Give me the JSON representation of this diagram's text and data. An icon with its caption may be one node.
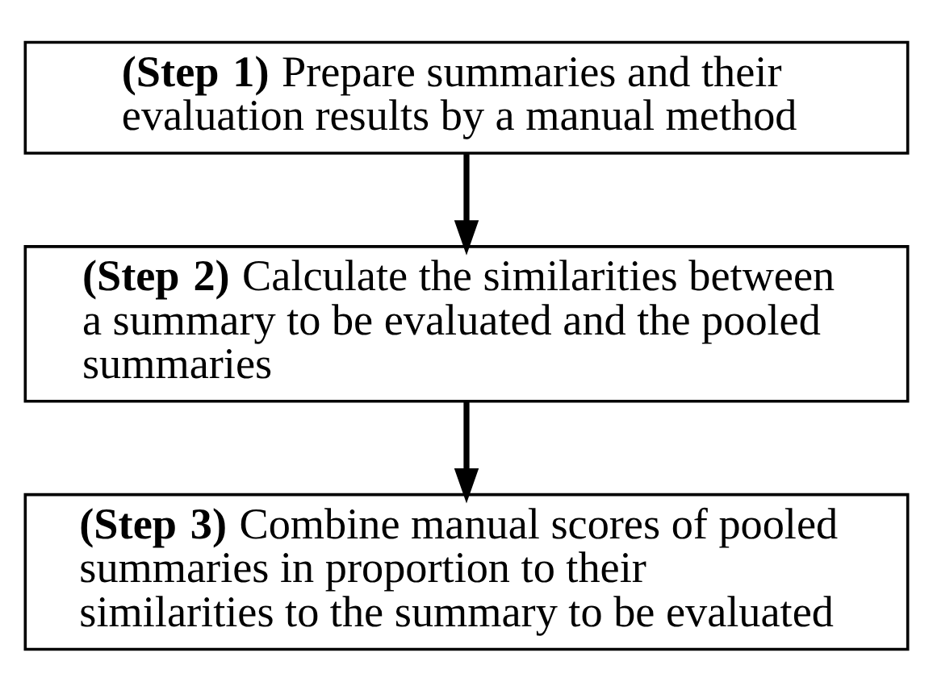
{
  "diagram": {
    "nodes": [
      {
        "text": [
          "**(Step 1)** Prepare summaries and their evaluation results by a manual method"
        ]
      },
      {
        "text": [
          "**(Step 2)** Calculate the similarities between a summary to be evaluated and the pooled summaries"
        ]
      },
      {
        "text": [
          "**(Step 3)** Combine manual scores of pooled summaries in proportion to their similarities to the summary to be evaluated"
        ]
      }
    ],
    "edges": [
      {
        "from": 0,
        "to": 1,
        "arrow": "to"
      },
      {
        "from": 1,
        "to": 2,
        "arrow": "to"
      }
    ]
  }
}
